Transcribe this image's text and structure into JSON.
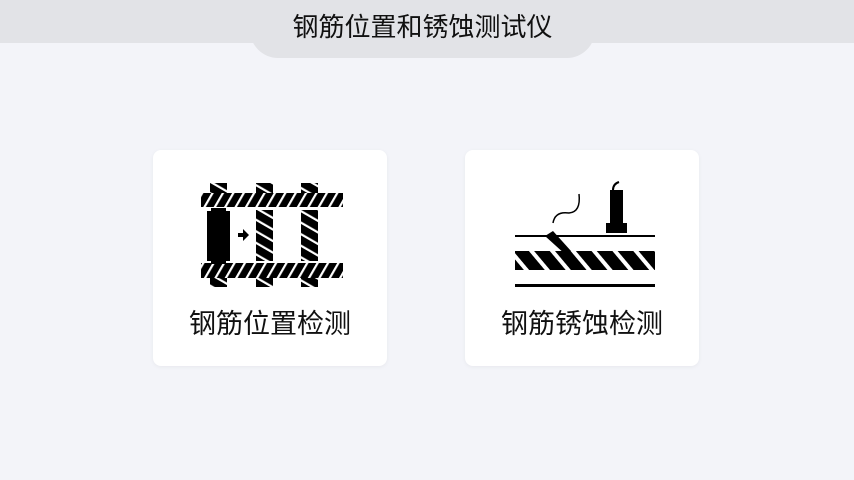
{
  "header": {
    "title": "钢筋位置和锈蚀测试仪"
  },
  "cards": [
    {
      "label": "钢筋位置检测",
      "icon": "rebar-position-icon"
    },
    {
      "label": "钢筋锈蚀检测",
      "icon": "rebar-corrosion-icon"
    }
  ]
}
